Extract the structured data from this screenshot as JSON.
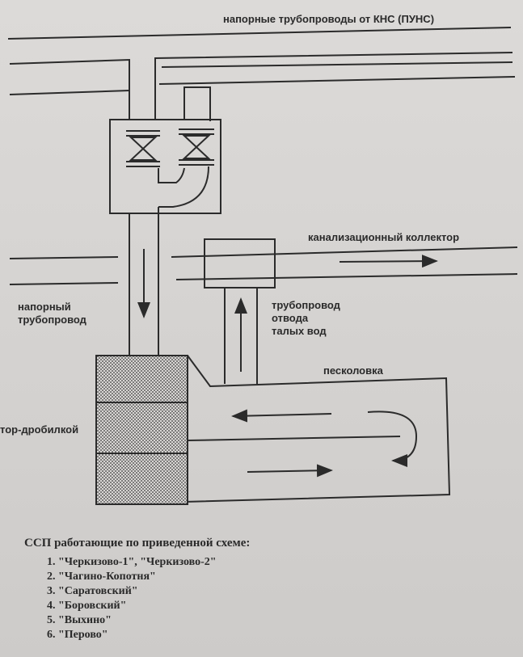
{
  "labels": {
    "pressure_pipes": "напорные трубопроводы от КНС (ПУНС)",
    "sewer_collector": "канализационный коллектор",
    "pressure_pipe": "напорный\nтрубопровод",
    "meltwater_pipe": "трубопровод\nотвода\nталых вод",
    "sand_trap": "песколовка",
    "grate_crusher": "тор-дробилкой"
  },
  "stations": {
    "heading": "ССП работающие по приведенной схеме:",
    "items": [
      "\"Черкизово-1\", \"Черкизово-2\"",
      "\"Чагино-Копотня\"",
      "\"Саратовский\"",
      "\"Боровский\"",
      "\"Выхино\"",
      "\"Перово\""
    ]
  },
  "colors": {
    "ink": "#2b2b2b",
    "paper": "#d6d4d2"
  }
}
